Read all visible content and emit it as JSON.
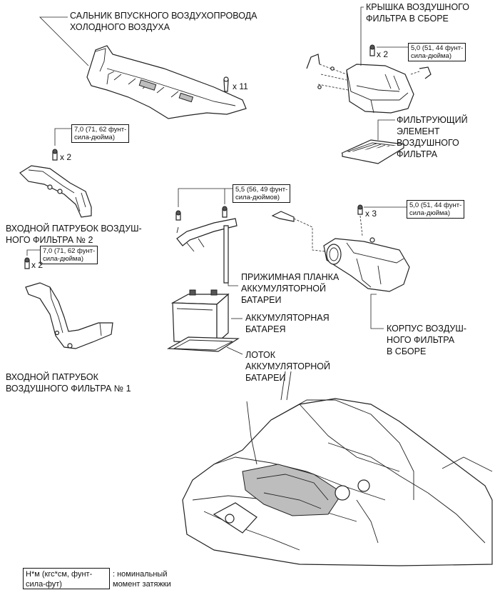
{
  "labels": {
    "intake_seal": "САЛЬНИК ВПУСКНОГО ВОЗДУХОПРОВОДА\nХОЛОДНОГО ВОЗДУХА",
    "filter_cap": "КРЫШКА ВОЗДУШНОГО\nФИЛЬТРА В СБОРЕ",
    "filter_element": "ФИЛЬТРУЮЩИЙ\nЭЛЕМЕНТ\nВОЗДУШНОГО\nФИЛЬТРА",
    "inlet_2": "ВХОДНОЙ ПАТРУБОК ВОЗДУШ-\nНОГО ФИЛЬТРА № 2",
    "inlet_1": "ВХОДНОЙ ПАТРУБОК\nВОЗДУШНОГО ФИЛЬТРА № 1",
    "battery_clamp": "ПРИЖИМНАЯ ПЛАНКА\nАККУМУЛЯТОРНОЙ\nБАТАРЕИ",
    "battery": "АККУМУЛЯТОРНАЯ\nБАТАРЕЯ",
    "battery_tray": "ЛОТОК\nАККУМУЛЯТОРНОЙ\nБАТАРЕИ",
    "filter_case": "КОРПУС ВОЗДУШ-\nНОГО ФИЛЬТРА\nВ СБОРЕ"
  },
  "torques": {
    "filter_cap": "5,0 (51, 44 фунт-\nсила-дюйма)",
    "inlet_2": "7,0 (71, 62 фунт-\nсила-дюйма)",
    "inlet_1": "7,0 (71, 62 фунт-\nсила-дюйма)",
    "battery_clamp": "5,5 (56, 49 фунт-\nсила-дюймов)",
    "filter_case": "5,0 (51, 44 фунт-\nсила-дюйма)"
  },
  "quantities": {
    "seal_clips": "x 11",
    "filter_cap": "x 2",
    "inlet_2": "x 2",
    "inlet_1": "x 2",
    "filter_case": "x 3"
  },
  "legend": {
    "box": "Н*м (кгс*см, фунт-\nсила-фут)",
    "text": ": номинальный\nмомент затяжки"
  }
}
